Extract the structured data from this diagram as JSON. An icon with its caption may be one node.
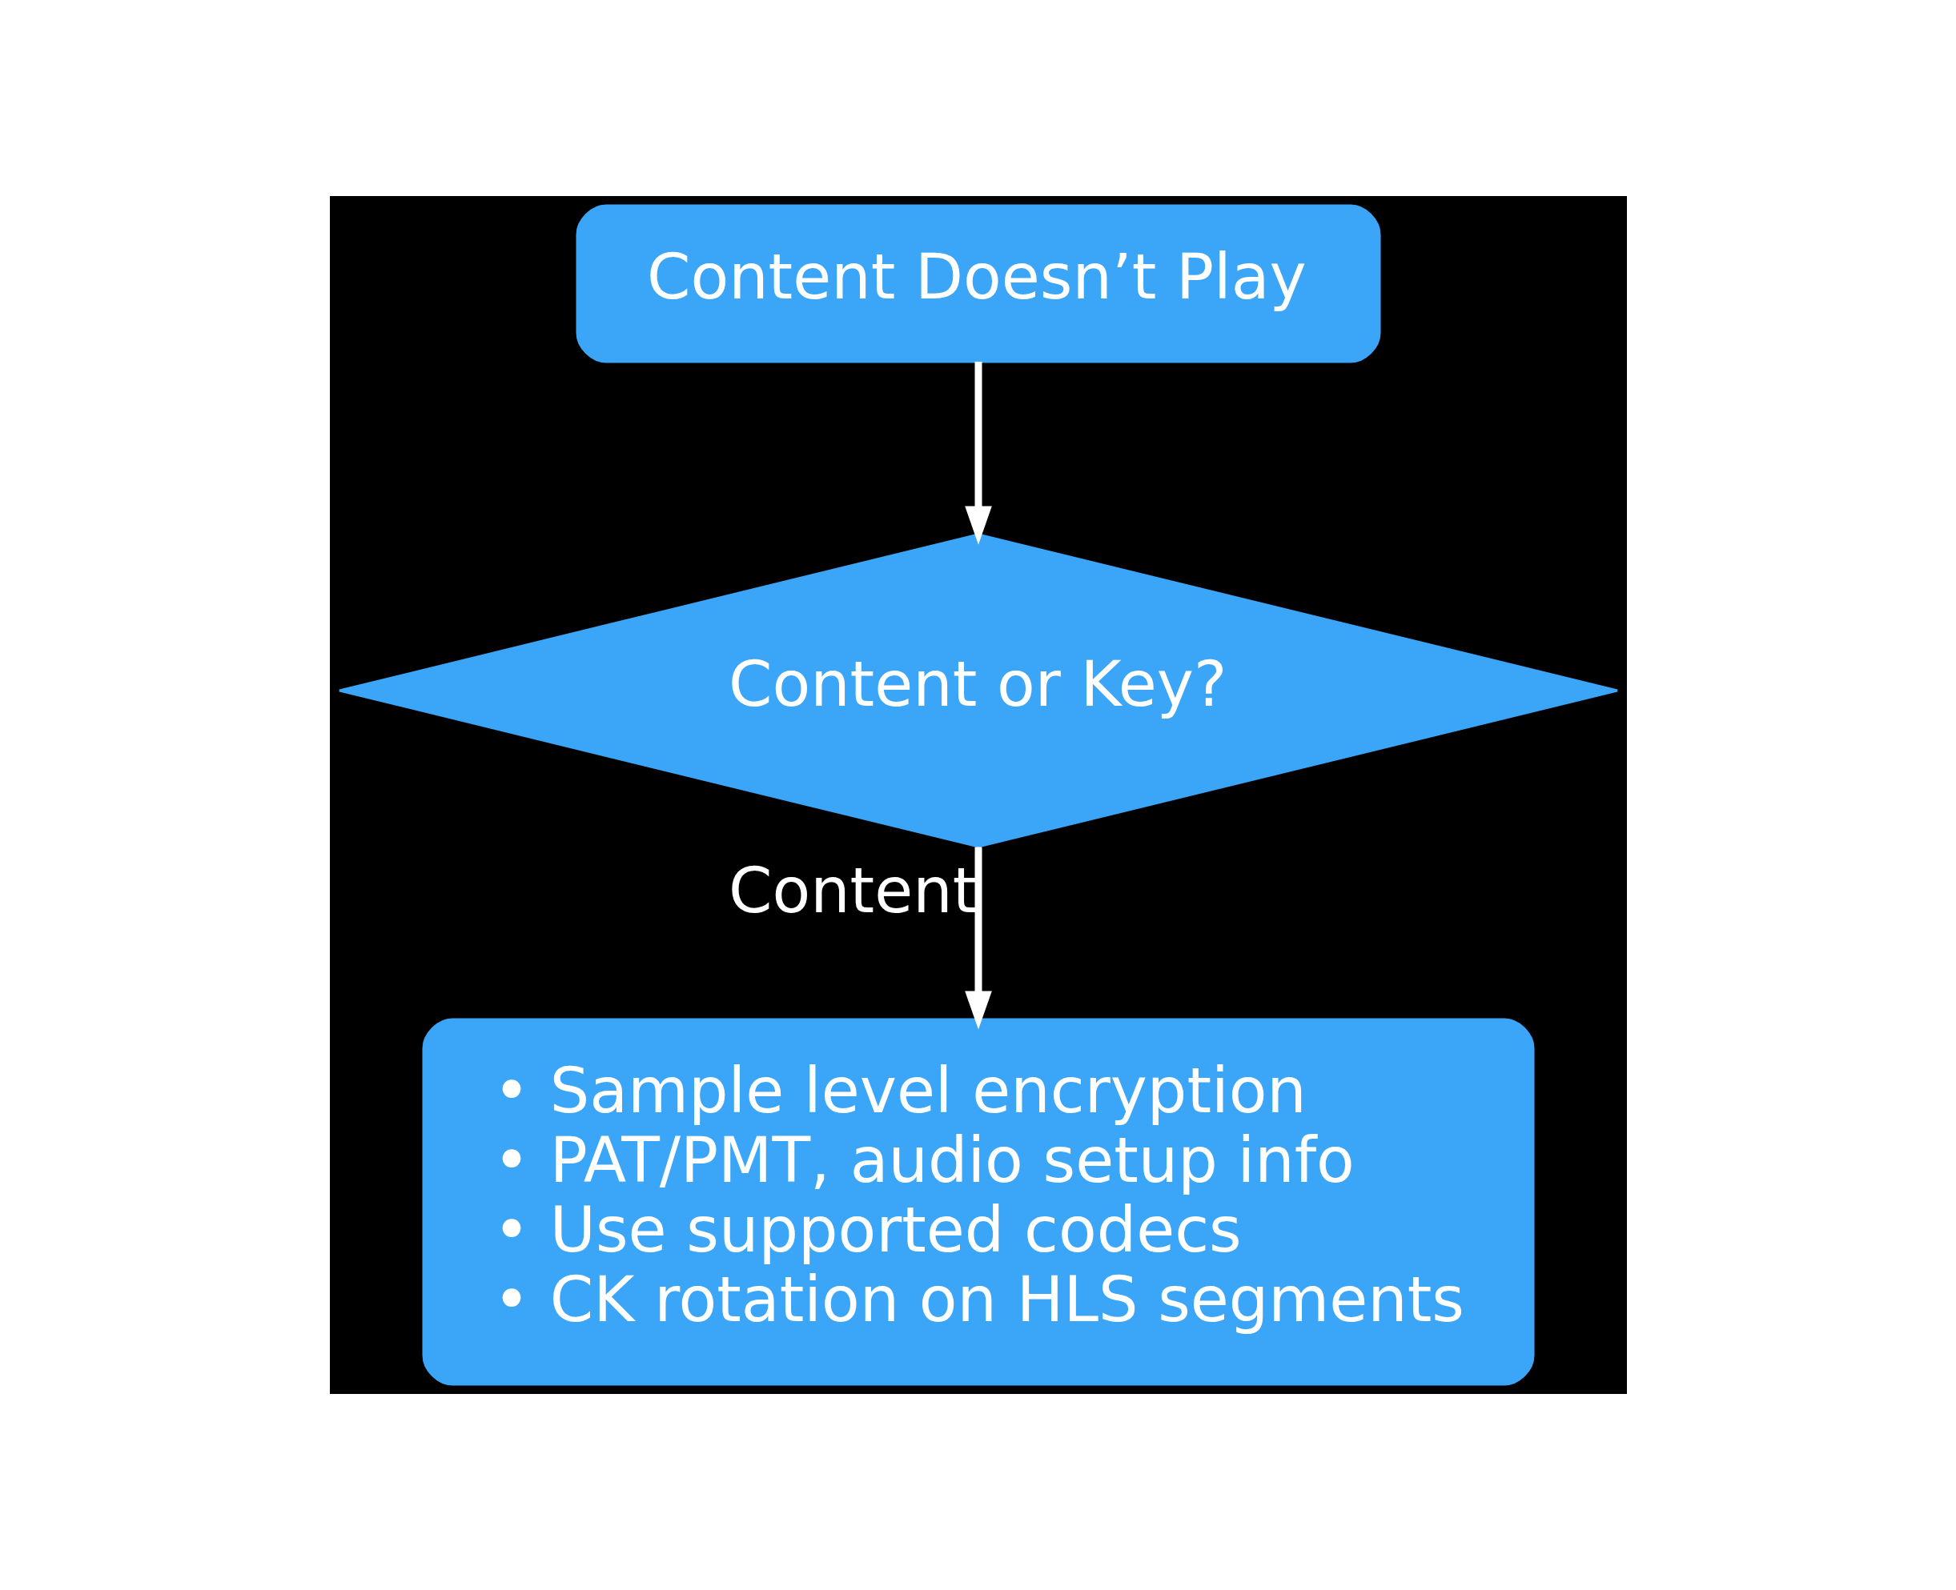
{
  "diagram": {
    "nodes": [
      {
        "text": [
          "Content Doesn’t Play"
        ]
      },
      {
        "text": [
          "Content or Key?"
        ]
      },
      {
        "text": [
          "• Sample level encryption",
          "• PAT/PMT, audio setup info",
          "• Use supported codecs",
          "• CK rotation on HLS segments"
        ]
      }
    ],
    "edges": [
      {
        "from": 0,
        "to": 1,
        "arrow": "to"
      },
      {
        "from": 1,
        "to": 2,
        "label": "Content",
        "arrow": "to"
      }
    ]
  }
}
